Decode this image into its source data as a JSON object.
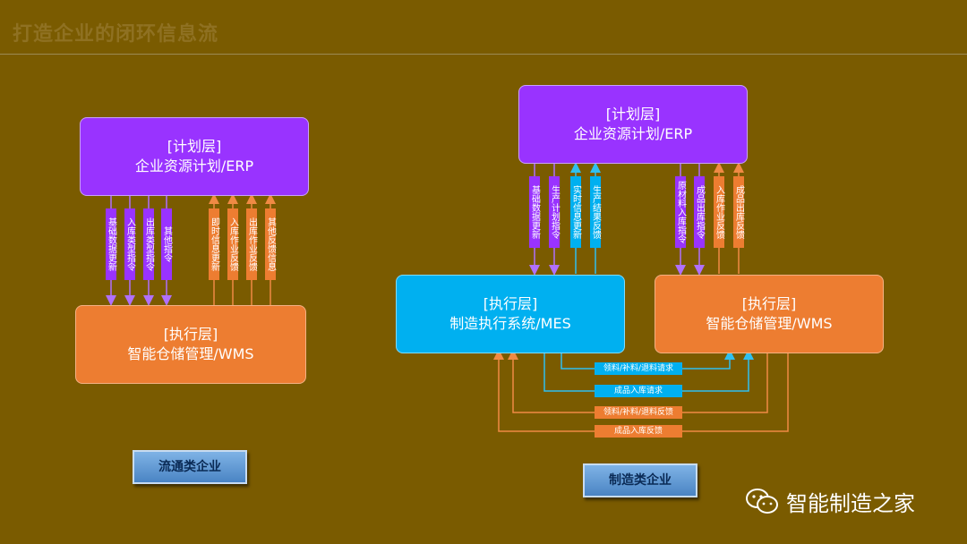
{
  "title": "打造企业的闭环信息流",
  "left": {
    "plan_tag": "[计划层]",
    "plan_name": "企业资源计划/ERP",
    "exec_tag": "[执行层]",
    "exec_name": "智能仓储管理/WMS",
    "down_labels": [
      "基础数据更新",
      "入库类型指令",
      "出库类型指令",
      "其他指令"
    ],
    "up_labels": [
      "即时信息更新",
      "入库作业反馈",
      "出库作业反馈",
      "其他反馈信息"
    ],
    "button": "流通类企业"
  },
  "right": {
    "plan_tag": "[计划层]",
    "plan_name": "企业资源计划/ERP",
    "mes_tag": "[执行层]",
    "mes_name": "制造执行系统/MES",
    "wms_tag": "[执行层]",
    "wms_name": "智能仓储管理/WMS",
    "mes_down": [
      "基础数据更新",
      "生产计划指令"
    ],
    "mes_up": [
      "实时信息更新",
      "生产结果反馈"
    ],
    "wms_down": [
      "原材料入库指令",
      "成品出库指令"
    ],
    "wms_up": [
      "入库作业反馈",
      "成品出库反馈"
    ],
    "flows_to_wms": [
      "领料/补料/退料请求",
      "成品入库请求"
    ],
    "flows_to_mes": [
      "领料/补料/退料反馈",
      "成品入库反馈"
    ],
    "button": "制造类企业"
  },
  "watermark": "智能制造之家",
  "colors": {
    "background": "#7a5b00",
    "purple": "#9933ff",
    "orange": "#ed7d31",
    "cyan": "#00b0f0"
  }
}
